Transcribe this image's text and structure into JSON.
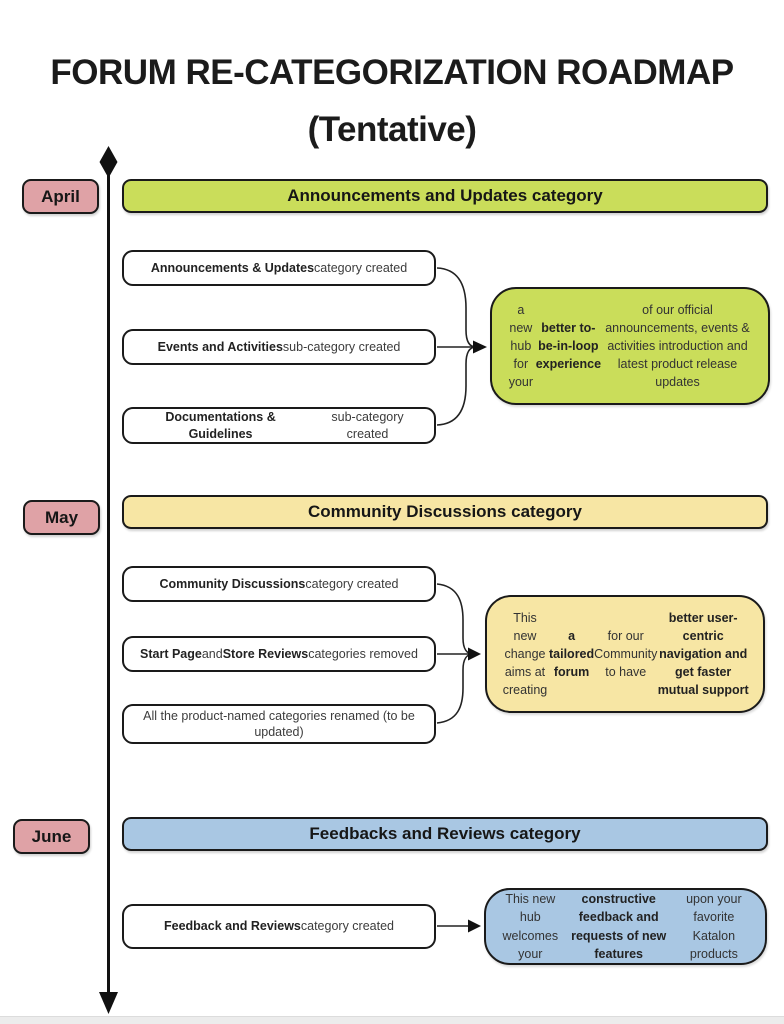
{
  "title": {
    "line1": "FORUM RE-CATEGORIZATION ROADMAP",
    "line2": "(Tentative)"
  },
  "colors": {
    "green": "#cadd5a",
    "yellow": "#f7e6a4",
    "blue": "#a9c7e3",
    "pink": "#dfa2a6"
  },
  "sections": [
    {
      "month": "April",
      "accent": "#cadd5a",
      "header": "Announcements and Updates category",
      "boxes": [
        {
          "segments": [
            {
              "text": "Announcements & Updates",
              "bold": true
            },
            {
              "text": " category created",
              "bold": false
            }
          ]
        },
        {
          "segments": [
            {
              "text": "Events and Activities",
              "bold": true
            },
            {
              "text": " sub-category created",
              "bold": false
            }
          ]
        },
        {
          "segments": [
            {
              "text": "Documentations & Guidelines",
              "bold": true
            },
            {
              "text": " sub-category created",
              "bold": false
            }
          ]
        }
      ],
      "callout": {
        "segments": [
          {
            "text": "a new hub for your ",
            "bold": false
          },
          {
            "text": "better to-be-in-loop experience",
            "bold": true
          },
          {
            "text": " of our official announcements, events & activities introduction and latest product release updates",
            "bold": false
          }
        ]
      }
    },
    {
      "month": "May",
      "accent": "#f7e6a4",
      "header": "Community Discussions category",
      "boxes": [
        {
          "segments": [
            {
              "text": "Community Discussions",
              "bold": true
            },
            {
              "text": " category created",
              "bold": false
            }
          ]
        },
        {
          "segments": [
            {
              "text": "Start Page",
              "bold": true
            },
            {
              "text": " and ",
              "bold": false
            },
            {
              "text": "Store Reviews",
              "bold": true
            },
            {
              "text": " categories removed",
              "bold": false
            }
          ]
        },
        {
          "segments": [
            {
              "text": "All the product-named categories renamed (to be updated)",
              "bold": false
            }
          ]
        }
      ],
      "callout": {
        "segments": [
          {
            "text": "This new change aims at creating ",
            "bold": false
          },
          {
            "text": "a tailored forum",
            "bold": true
          },
          {
            "text": " for our Community to have ",
            "bold": false
          },
          {
            "text": "better user-centric navigation and get faster mutual support",
            "bold": true
          }
        ]
      }
    },
    {
      "month": "June",
      "accent": "#a9c7e3",
      "header": "Feedbacks and Reviews category",
      "boxes": [
        {
          "segments": [
            {
              "text": "Feedback and Reviews",
              "bold": true
            },
            {
              "text": " category created",
              "bold": false
            }
          ]
        }
      ],
      "callout": {
        "segments": [
          {
            "text": "This new hub welcomes your ",
            "bold": false
          },
          {
            "text": "constructive feedback and requests of new features",
            "bold": true
          },
          {
            "text": " upon your favorite Katalon products",
            "bold": false
          }
        ]
      }
    }
  ]
}
